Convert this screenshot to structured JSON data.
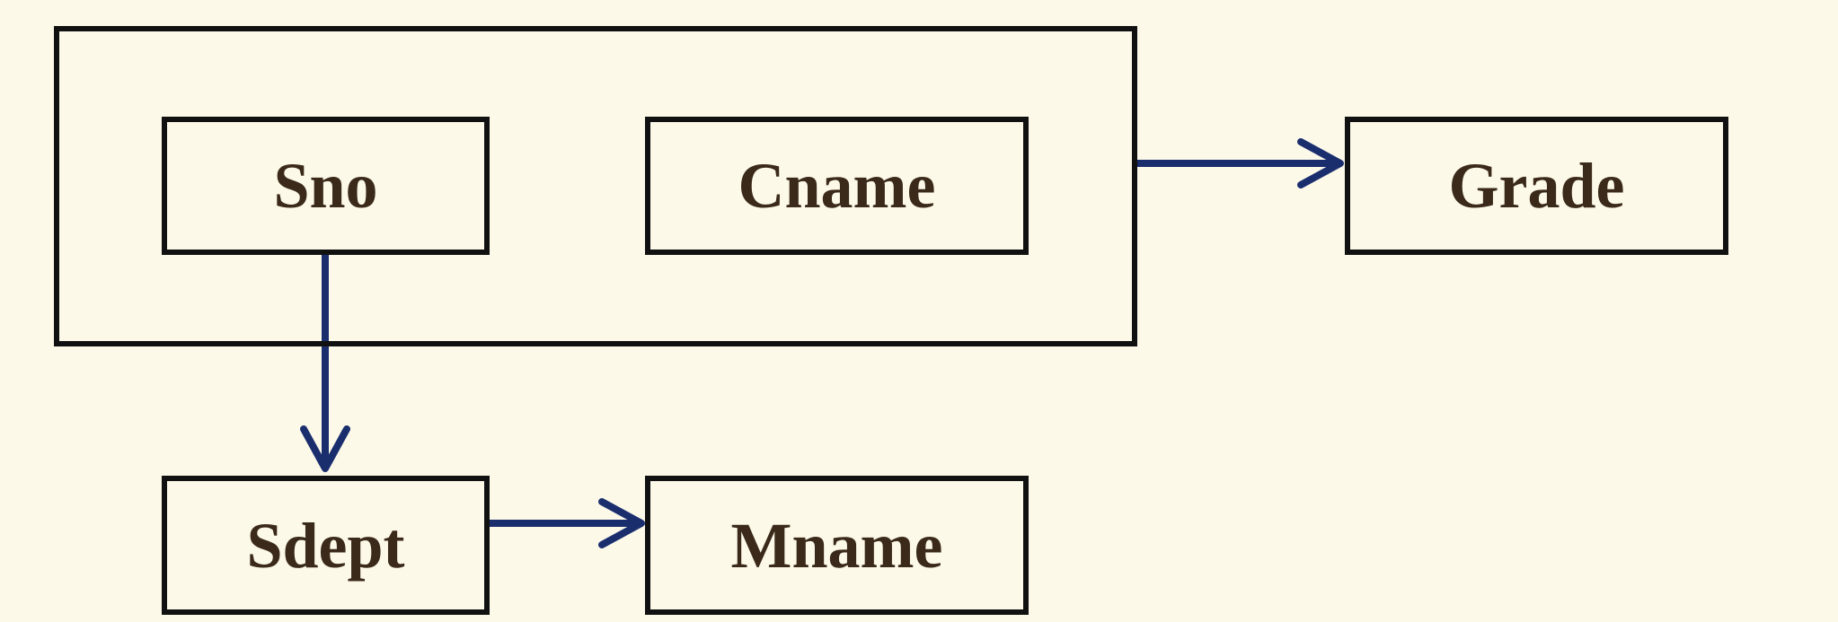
{
  "diagram": {
    "nodes": {
      "sno": {
        "label": "Sno"
      },
      "cname": {
        "label": "Cname"
      },
      "grade": {
        "label": "Grade"
      },
      "sdept": {
        "label": "Sdept"
      },
      "mname": {
        "label": "Mname"
      }
    },
    "groups": [
      {
        "id": "composite-key",
        "members": [
          "sno",
          "cname"
        ]
      }
    ],
    "edges": [
      {
        "from": "composite-key",
        "to": "grade"
      },
      {
        "from": "sno",
        "to": "sdept"
      },
      {
        "from": "sdept",
        "to": "mname"
      }
    ],
    "colors": {
      "background": "#fcf9e9",
      "box_border": "#111111",
      "label_text": "#3b2a1a",
      "arrow": "#1a2e6e"
    }
  }
}
